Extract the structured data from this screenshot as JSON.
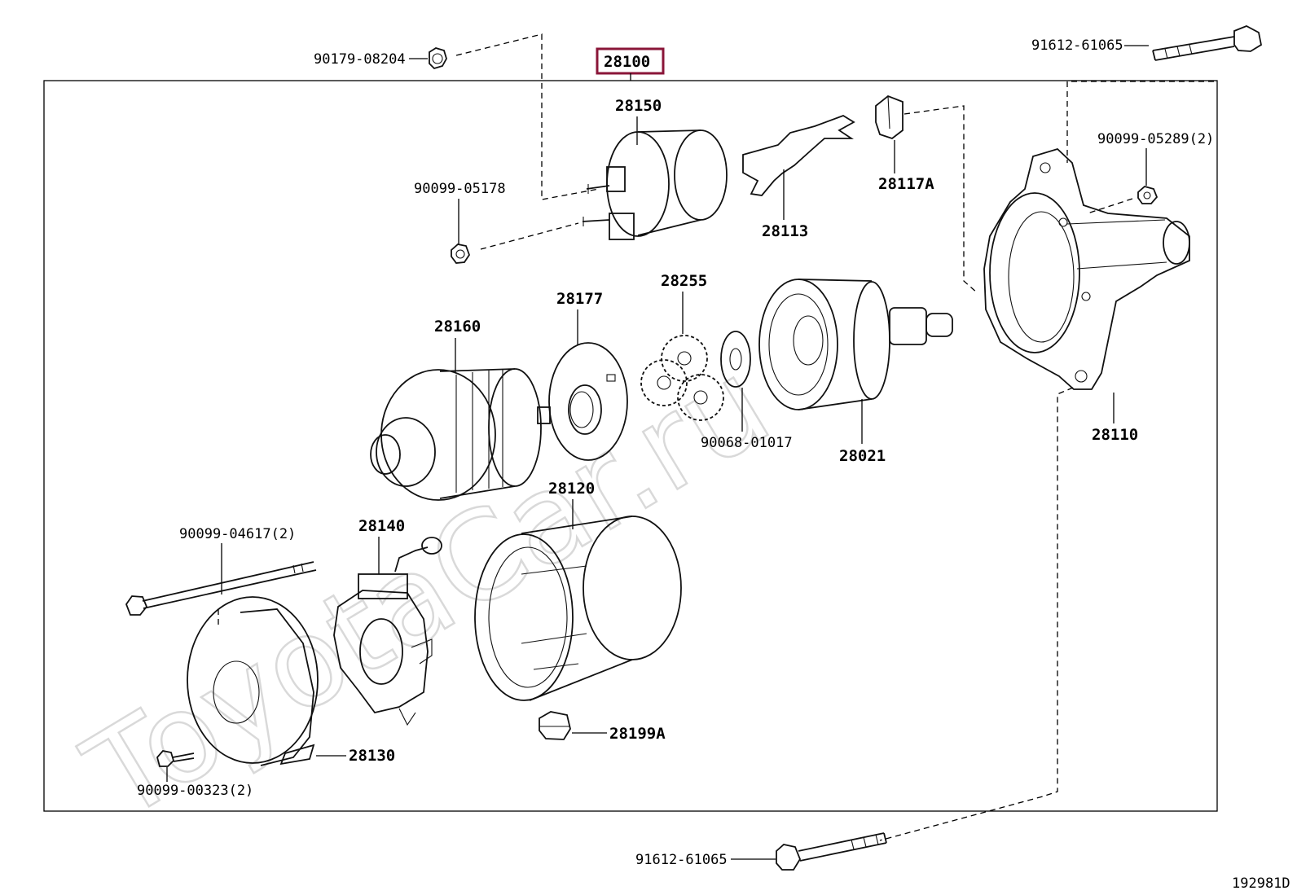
{
  "diagram": {
    "watermark": "ToyotaCar.ru",
    "figure_code": "192981D",
    "labels": {
      "p28100": "28100",
      "p28150": "28150",
      "p90179_08204": "90179-08204",
      "p90099_05178": "90099-05178",
      "p28113": "28113",
      "p28117A": "28117A",
      "p91612_61065_top": "91612-61065",
      "p90099_05289": "90099-05289(2)",
      "p28110": "28110",
      "p28255": "28255",
      "p28177": "28177",
      "p28160": "28160",
      "p28021": "28021",
      "p90068_01017": "90068-01017",
      "p28120": "28120",
      "p28140": "28140",
      "p90099_04617": "90099-04617(2)",
      "p28130": "28130",
      "p90099_00323": "90099-00323(2)",
      "p28199A": "28199A",
      "p91612_61065_bottom": "91612-61065"
    },
    "colors": {
      "highlight": "#8a1538",
      "line": "#000000",
      "watermark": "#d9d9d9"
    }
  }
}
